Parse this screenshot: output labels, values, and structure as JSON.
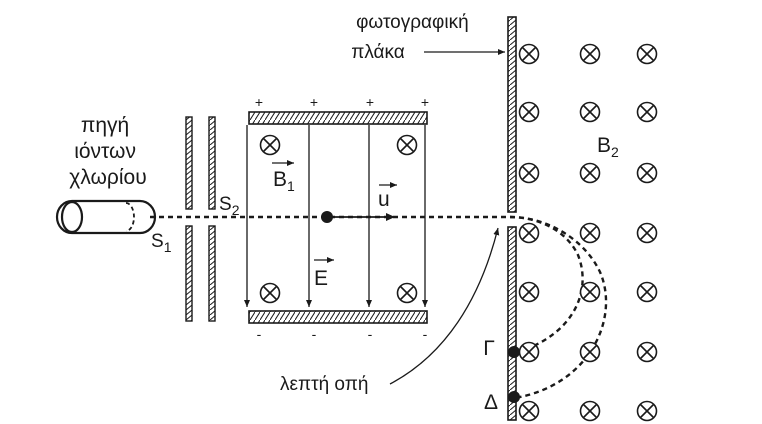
{
  "source": {
    "lines": [
      "πηγή",
      "ιόντων",
      "χλωρίου"
    ]
  },
  "slits": {
    "s1": "S",
    "s1_sub": "1",
    "s2": "S",
    "s2_sub": "2"
  },
  "plate_label": {
    "lines": [
      "φωτογραφική",
      "πλάκα"
    ]
  },
  "hole_label": "λεπτή οπή",
  "fields": {
    "b1": "B",
    "b1_sub": "1",
    "b2": "B",
    "b2_sub": "2",
    "e": "E",
    "u": "u"
  },
  "charges": {
    "plus": "+",
    "minus": "-"
  },
  "points": {
    "gamma": "Γ",
    "delta": "Δ"
  },
  "colors": {
    "ink": "#1a1a1a",
    "background": "#ffffff"
  }
}
